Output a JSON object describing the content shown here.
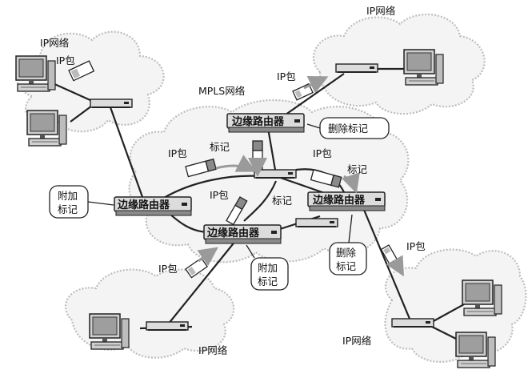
{
  "labels": {
    "ip_network": "IP网络",
    "mpls_network": "MPLS网络",
    "ip_packet": "IP包",
    "label": "标记",
    "edge_router": "边缘路由器",
    "add_label_line1": "附加",
    "add_label_line2": "标记",
    "remove_label": "删除标记",
    "remove_label_line1": "删除",
    "remove_label_line2": "标记"
  },
  "colors": {
    "line": "#222222",
    "cloud_fill": "#f4f4f4",
    "cloud_stroke": "#bdbdbd",
    "router_fill": "#dcdcdc",
    "arrow": "#9a9a9a",
    "label_tag": "#8a8a8a"
  }
}
